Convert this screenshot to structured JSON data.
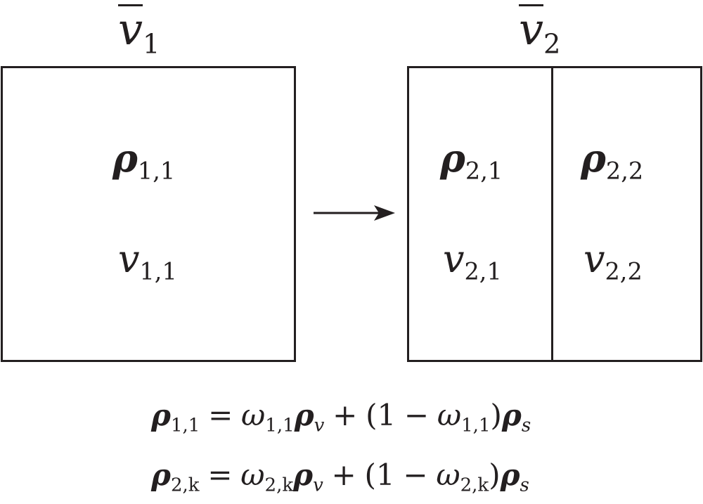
{
  "titles": {
    "left": {
      "base": "v",
      "sub": "1"
    },
    "right": {
      "base": "v",
      "sub": "2"
    }
  },
  "cells": {
    "left": {
      "rho": {
        "base": "ρ",
        "sub": "1,1"
      },
      "v": {
        "base": "v",
        "sub": "1,1"
      }
    },
    "right_a": {
      "rho": {
        "base": "ρ",
        "sub": "2,1"
      },
      "v": {
        "base": "v",
        "sub": "2,1"
      }
    },
    "right_b": {
      "rho": {
        "base": "ρ",
        "sub": "2,2"
      },
      "v": {
        "base": "v",
        "sub": "2,2"
      }
    }
  },
  "equations": {
    "eq1": {
      "lhs_base": "ρ",
      "lhs_sub": "1,1",
      "eq": "=",
      "w_base": "ω",
      "w_sub": "1,1",
      "rv_base": "ρ",
      "rv_sub": "v",
      "plus": "+",
      "open": "(1",
      "minus": "−",
      "w2_base": "ω",
      "w2_sub": "1,1",
      "close": ")",
      "rs_base": "ρ",
      "rs_sub": "s"
    },
    "eq2": {
      "lhs_base": "ρ",
      "lhs_sub": "2,k",
      "eq": "=",
      "w_base": "ω",
      "w_sub": "2,k",
      "rv_base": "ρ",
      "rv_sub": "v",
      "plus": "+",
      "open": "(1",
      "minus": "−",
      "w2_base": "ω",
      "w2_sub": "2,k",
      "close": ")",
      "rs_base": "ρ",
      "rs_sub": "s"
    }
  },
  "colors": {
    "ink": "#231f20",
    "background": "#ffffff"
  },
  "icons": {
    "transition": "right-arrow-icon"
  }
}
